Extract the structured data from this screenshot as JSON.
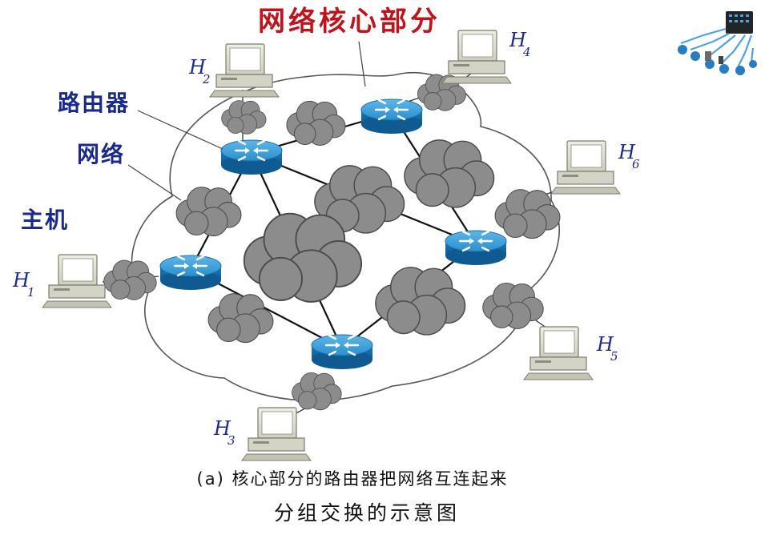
{
  "labels": {
    "core": "网络核心部分",
    "router": "路由器",
    "network": "网络",
    "host": "主机"
  },
  "hosts": [
    {
      "id": "h1",
      "letter": "H",
      "sub": "1"
    },
    {
      "id": "h2",
      "letter": "H",
      "sub": "2"
    },
    {
      "id": "h3",
      "letter": "H",
      "sub": "3"
    },
    {
      "id": "h4",
      "letter": "H",
      "sub": "4"
    },
    {
      "id": "h5",
      "letter": "H",
      "sub": "5"
    },
    {
      "id": "h6",
      "letter": "H",
      "sub": "6"
    }
  ],
  "caption": {
    "sub": "(a) 核心部分的路由器把网络互连起来",
    "main": "分组交换的示意图"
  },
  "colors": {
    "router": "#1f86c4",
    "cloud": "#8c8c8c",
    "label_red": "#c0141c",
    "label_blue": "#1a2a8c"
  }
}
